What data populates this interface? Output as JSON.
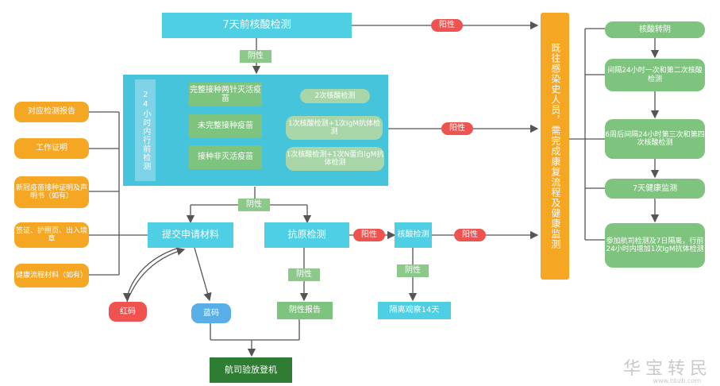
{
  "top_test": "7天前核酸检测",
  "tags": {
    "yang1": "阳性",
    "yin1": "阴性",
    "yang2": "阳性",
    "yin2": "阴性",
    "yang3": "阳性",
    "yang4": "阳性",
    "yin3": "阴性",
    "yin4": "阴性"
  },
  "panel24h": {
    "title": "24小时内行前检测",
    "vaccines": [
      "完整接种两针灭活疫苗",
      "未完整接种疫苗",
      "接种非灭活疫苗"
    ],
    "tests": [
      "2次核酸检测",
      "1次核酸检测+1次IgM抗体检测",
      "1次核酸检测+1次N蛋白IgM抗体检测"
    ]
  },
  "documents": [
    "对应检测报告",
    "工作证明",
    "新冠疫苗接种证明及声明书（如有）",
    "签证、护照页、出入境章",
    "健康流程材料（如有）"
  ],
  "submit": "提交申请材料",
  "antigen": "抗原检测",
  "nucleic": "核酸检测",
  "red_code": "红码",
  "blue_code": "蓝码",
  "negative_report": "阴性报告",
  "quarantine": "隔离观察14天",
  "boarding": "航司验放登机",
  "infected_history": "既往感染史人员，需完成康复流程及健康监测",
  "recovery_steps": [
    "核酸转阴",
    "间隔24小时一次和第二次核酸检测",
    "6周后间隔24小时第三次和第四次核酸检测",
    "7天健康监测",
    "参加航司检测及7日隔离，行前24小时内增加1次IgM抗体检测"
  ],
  "watermark": "华宝转民",
  "watermark_sub": "www.hbzb.com"
}
